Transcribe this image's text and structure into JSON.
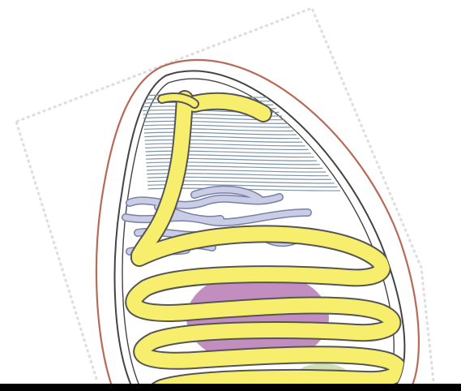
{
  "diagram": {
    "labels": [],
    "colors": {
      "background": "#ffffff",
      "outer_membrane": "#b86a58",
      "inner_membrane": "#444444",
      "lamellae": "#7d94a3",
      "tubules_fill": "#c9cde6",
      "tubules_stroke": "#7b7fa6",
      "spiral_fill": "#f8ee6e",
      "spiral_stroke": "#555555",
      "nucleus": "#c28ec0",
      "green_body": "#cfe0b4",
      "frame": "#dcdcdc",
      "bottom_bar": "#000000"
    },
    "structures": [
      "outer-membrane",
      "inner-membrane",
      "lamellae",
      "tubule-network",
      "yellow-coiled-spiral",
      "nucleus",
      "green-body"
    ]
  }
}
